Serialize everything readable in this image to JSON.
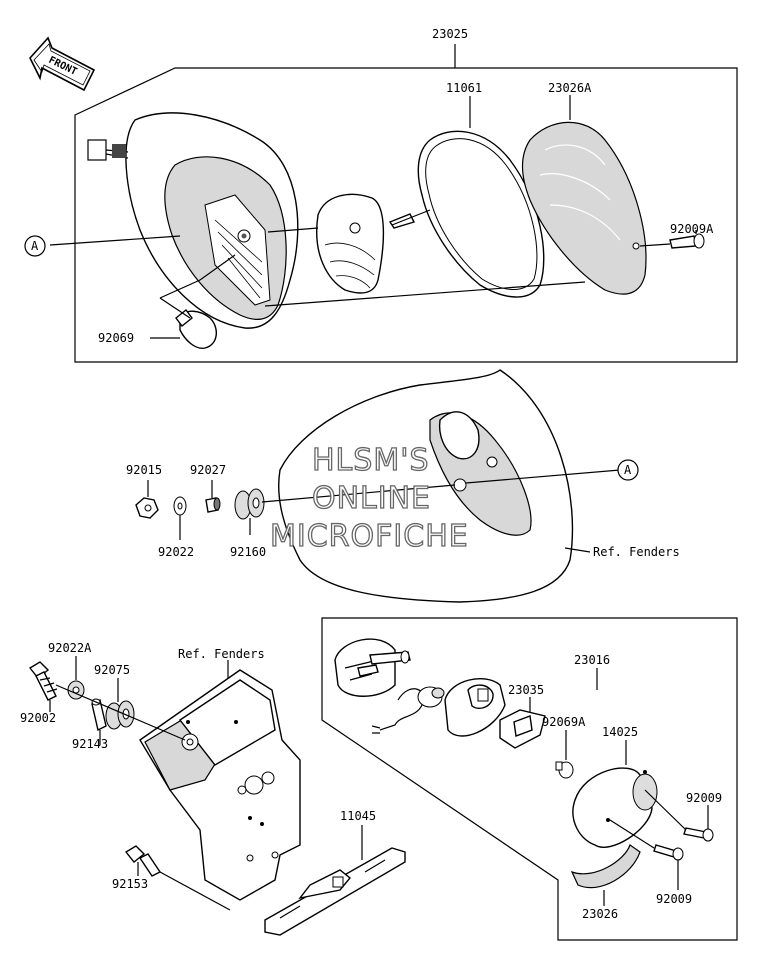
{
  "front_label": "FRONT",
  "watermark": [
    "HLSM'S",
    "ONLINE",
    "MICROFICHE"
  ],
  "ref_label_A": "A",
  "ref_fenders": "Ref. Fenders",
  "parts": {
    "p23025": "23025",
    "p11061": "11061",
    "p23026A": "23026A",
    "p92009A": "92009A",
    "p92069": "92069",
    "p92015": "92015",
    "p92027": "92027",
    "p92022": "92022",
    "p92160": "92160",
    "p92022A": "92022A",
    "p92075": "92075",
    "p92002": "92002",
    "p92143": "92143",
    "p92153": "92153",
    "p11045": "11045",
    "p23016": "23016",
    "p23035": "23035",
    "p92069A": "92069A",
    "p14025": "14025",
    "p92009_a": "92009",
    "p92009_b": "92009",
    "p23026": "23026"
  }
}
